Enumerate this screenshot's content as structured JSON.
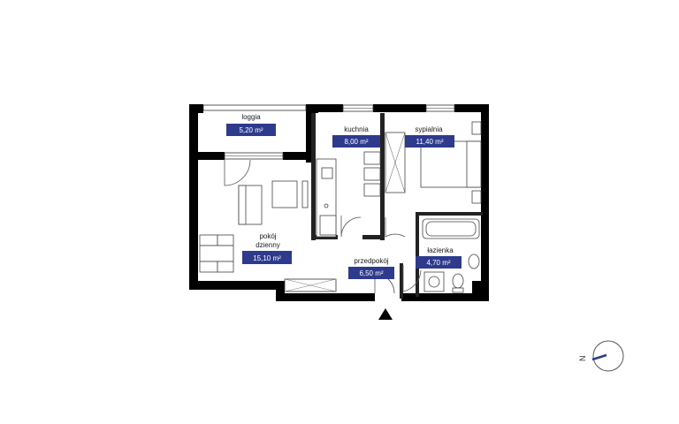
{
  "rooms": {
    "loggia": {
      "name": "loggia",
      "area": "5,20 m²"
    },
    "kitchen": {
      "name": "kuchnia",
      "area": "8,00 m²"
    },
    "bedroom": {
      "name": "sypialnia",
      "area": "11,40 m²"
    },
    "living": {
      "name_line1": "pokój",
      "name_line2": "dzienny",
      "area": "15,10 m²"
    },
    "hall": {
      "name": "przedpokój",
      "area": "6,50 m²"
    },
    "bathroom": {
      "name": "łazienka",
      "area": "4,70 m²"
    }
  },
  "compass": {
    "letter": "N"
  },
  "colors": {
    "accent": "#2e3a8c",
    "wall": "#000000"
  }
}
